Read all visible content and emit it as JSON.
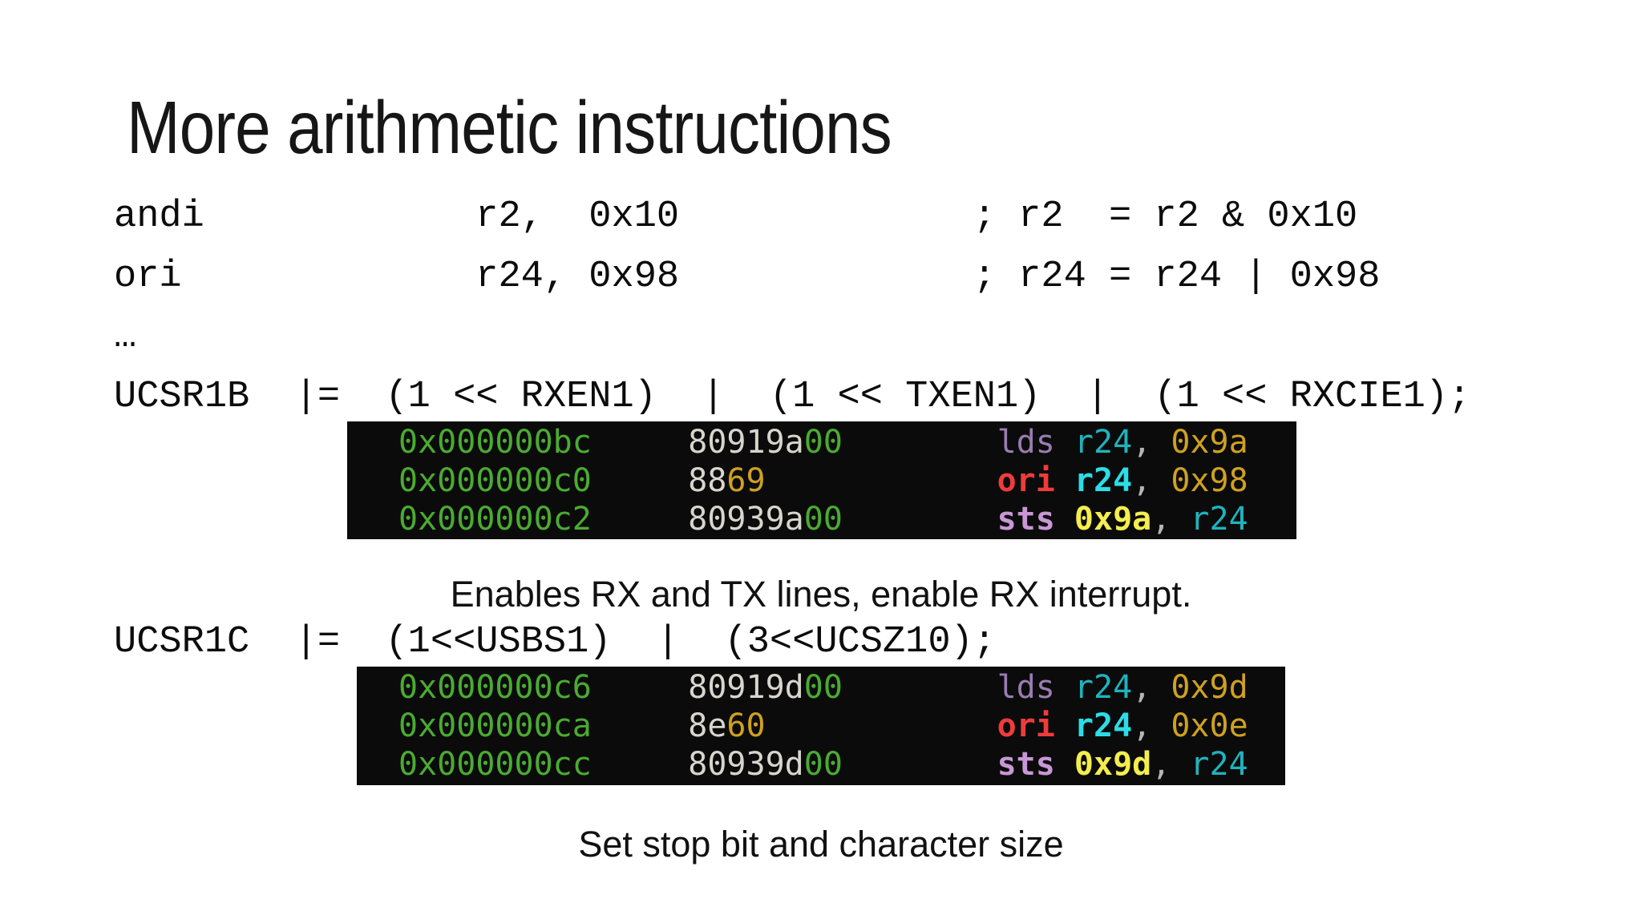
{
  "slide": {
    "title": "More arithmetic instructions",
    "code_lines": [
      "andi            r2,  0x10             ; r2  = r2 & 0x10",
      "ori             r24, 0x98             ; r24 = r24 | 0x98",
      "…",
      "UCSR1B  |=  (1 << RXEN1)  |  (1 << TXEN1)  |  (1 << RXCIE1);"
    ],
    "code_line_ucsr1c": "UCSR1C  |=  (1<<USBS1)  |  (3<<UCSZ10);",
    "caption_rx_tx": "Enables RX and TX lines, enable RX interrupt.",
    "caption_stop_bit": "Set stop bit and character size"
  },
  "terminal_colors": {
    "background": "#0b0b0b",
    "address_green": "#4aab31",
    "hex_white": "#d8d5cd",
    "gold": "#cfa11f",
    "lds_purple": "#9a7cb3",
    "ori_red": "#ef3b3b",
    "sts_violet": "#c897d6",
    "reg_cyan": "#1fb3bd",
    "reg_cyan_bright": "#2bdde6",
    "imm_yellow_bright": "#f3ee4e",
    "comma_gray": "#b5b5b5"
  },
  "disasm_blocks": [
    {
      "name": "ucsr1b-disassembly",
      "rows": [
        [
          {
            "t": "0x000000bc",
            "c": "addr"
          },
          {
            "t": "     ",
            "c": "sp"
          },
          {
            "t": "80919a",
            "c": "hexw"
          },
          {
            "t": "00",
            "c": "hexg"
          },
          {
            "t": "        ",
            "c": "sp"
          },
          {
            "t": "lds",
            "c": "mn-lds"
          },
          {
            "t": " ",
            "c": "sp"
          },
          {
            "t": "r24",
            "c": "reg"
          },
          {
            "t": ", ",
            "c": "sep"
          },
          {
            "t": "0x9a",
            "c": "imm"
          }
        ],
        [
          {
            "t": "0x000000c0",
            "c": "addr"
          },
          {
            "t": "     ",
            "c": "sp"
          },
          {
            "t": "88",
            "c": "hexw"
          },
          {
            "t": "69",
            "c": "hexo"
          },
          {
            "t": "            ",
            "c": "sp"
          },
          {
            "t": "ori",
            "c": "mn-ori"
          },
          {
            "t": " ",
            "c": "sp"
          },
          {
            "t": "r24",
            "c": "regB"
          },
          {
            "t": ", ",
            "c": "sep"
          },
          {
            "t": "0x98",
            "c": "imm"
          }
        ],
        [
          {
            "t": "0x000000c2",
            "c": "addr"
          },
          {
            "t": "     ",
            "c": "sp"
          },
          {
            "t": "80939a",
            "c": "hexw"
          },
          {
            "t": "00",
            "c": "hexg"
          },
          {
            "t": "        ",
            "c": "sp"
          },
          {
            "t": "sts",
            "c": "mn-sts"
          },
          {
            "t": " ",
            "c": "sp"
          },
          {
            "t": "0x9a",
            "c": "immB"
          },
          {
            "t": ", ",
            "c": "sep"
          },
          {
            "t": "r24",
            "c": "reg"
          }
        ]
      ]
    },
    {
      "name": "ucsr1c-disassembly",
      "rows": [
        [
          {
            "t": "0x000000c6",
            "c": "addr"
          },
          {
            "t": "     ",
            "c": "sp"
          },
          {
            "t": "80919d",
            "c": "hexw"
          },
          {
            "t": "00",
            "c": "hexg"
          },
          {
            "t": "        ",
            "c": "sp"
          },
          {
            "t": "lds",
            "c": "mn-lds"
          },
          {
            "t": " ",
            "c": "sp"
          },
          {
            "t": "r24",
            "c": "reg"
          },
          {
            "t": ", ",
            "c": "sep"
          },
          {
            "t": "0x9d",
            "c": "imm"
          }
        ],
        [
          {
            "t": "0x000000ca",
            "c": "addr"
          },
          {
            "t": "     ",
            "c": "sp"
          },
          {
            "t": "8e",
            "c": "hexw"
          },
          {
            "t": "60",
            "c": "hexo"
          },
          {
            "t": "            ",
            "c": "sp"
          },
          {
            "t": "ori",
            "c": "mn-ori"
          },
          {
            "t": " ",
            "c": "sp"
          },
          {
            "t": "r24",
            "c": "regB"
          },
          {
            "t": ", ",
            "c": "sep"
          },
          {
            "t": "0x0e",
            "c": "imm"
          }
        ],
        [
          {
            "t": "0x000000cc",
            "c": "addr"
          },
          {
            "t": "     ",
            "c": "sp"
          },
          {
            "t": "80939d",
            "c": "hexw"
          },
          {
            "t": "00",
            "c": "hexg"
          },
          {
            "t": "        ",
            "c": "sp"
          },
          {
            "t": "sts",
            "c": "mn-sts"
          },
          {
            "t": " ",
            "c": "sp"
          },
          {
            "t": "0x9d",
            "c": "immB"
          },
          {
            "t": ", ",
            "c": "sep"
          },
          {
            "t": "r24",
            "c": "reg"
          }
        ]
      ]
    }
  ]
}
